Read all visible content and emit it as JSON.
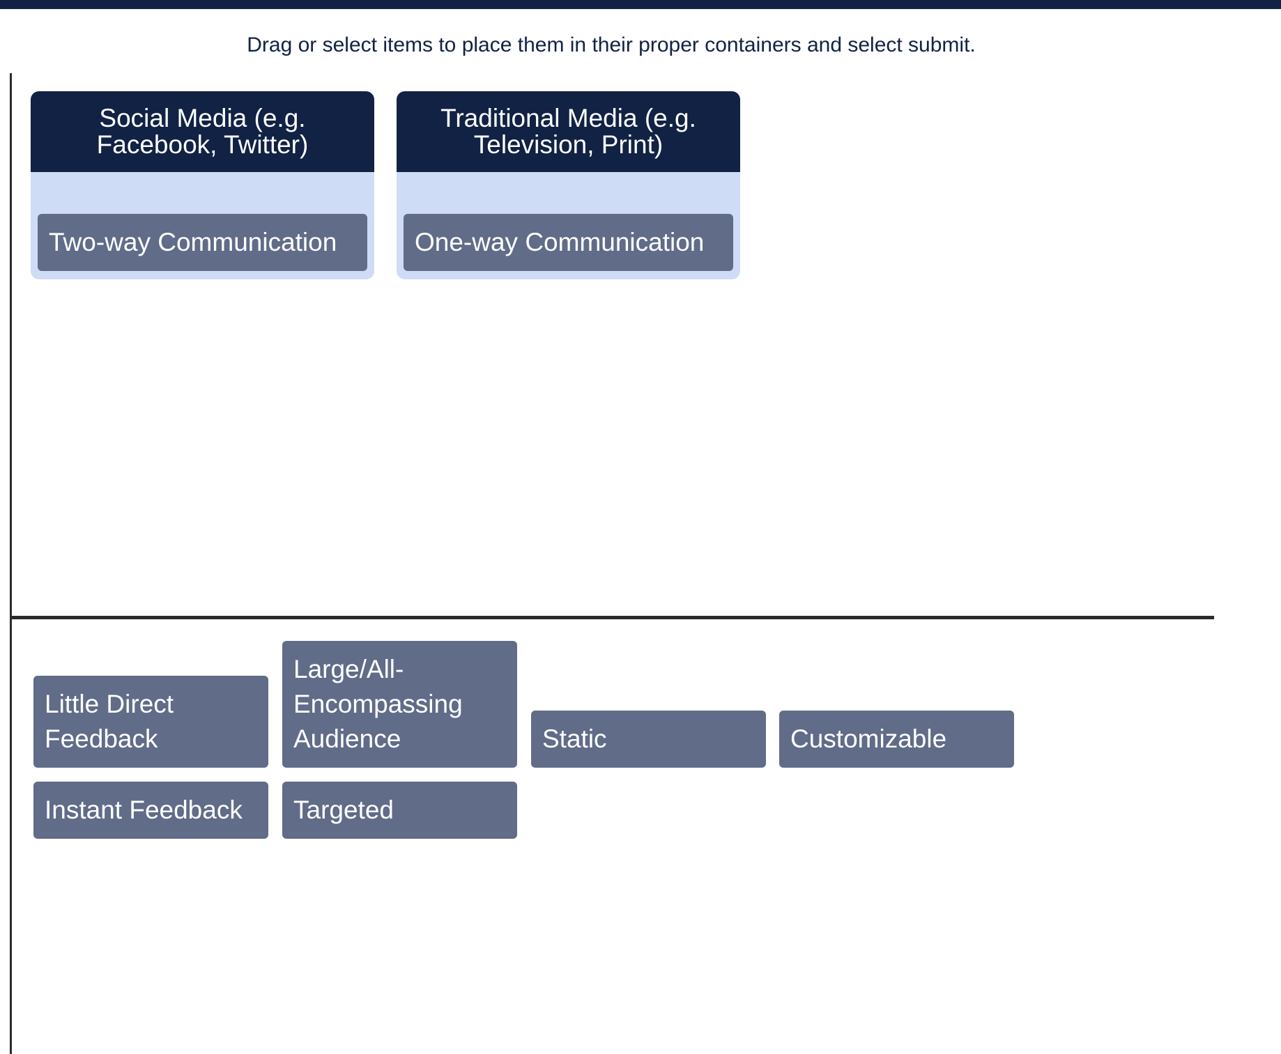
{
  "instructions": "Drag or select items to place them in their proper containers and select submit.",
  "containers": [
    {
      "title": "Social Media (e.g. Facebook, Twitter)",
      "items": [
        "Two-way Communication"
      ]
    },
    {
      "title": "Traditional Media (e.g. Television, Print)",
      "items": [
        "One-way Communication"
      ]
    }
  ],
  "pool_items": [
    "Little Direct Feedback",
    "Large/All-Encompassing Audience",
    "Static",
    "Customizable",
    "Instant Feedback",
    "Targeted"
  ],
  "colors": {
    "header_bg": "#112244",
    "container_bg": "#cedcf6",
    "item_bg": "#606c88",
    "divider": "#2b2b2b"
  }
}
